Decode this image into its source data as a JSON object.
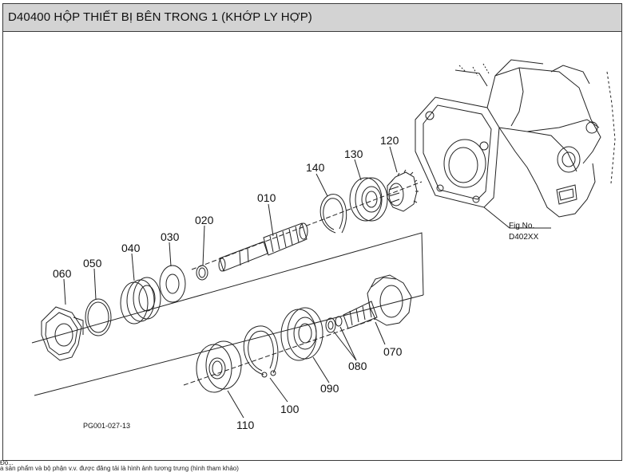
{
  "header": {
    "title": "D40400 HỘP THIẾT BỊ BÊN TRONG 1 (KHỚP LY HỢP)"
  },
  "callouts": {
    "p010": "010",
    "p020": "020",
    "p030": "030",
    "p040": "040",
    "p050": "050",
    "p060": "060",
    "p070": "070",
    "p080": "080",
    "p090": "090",
    "p100": "100",
    "p110": "110",
    "p120": "120",
    "p130": "130",
    "p140": "140"
  },
  "figref": {
    "line1": "Fig.No.",
    "line2": "D402XX"
  },
  "drawing_code": "PG001-027-13",
  "footer": {
    "line1": "Độ...",
    "line2": "a sản phẩm và bộ phận v.v. được đăng tải là hình ảnh tương trưng (hình tham khảo)"
  }
}
